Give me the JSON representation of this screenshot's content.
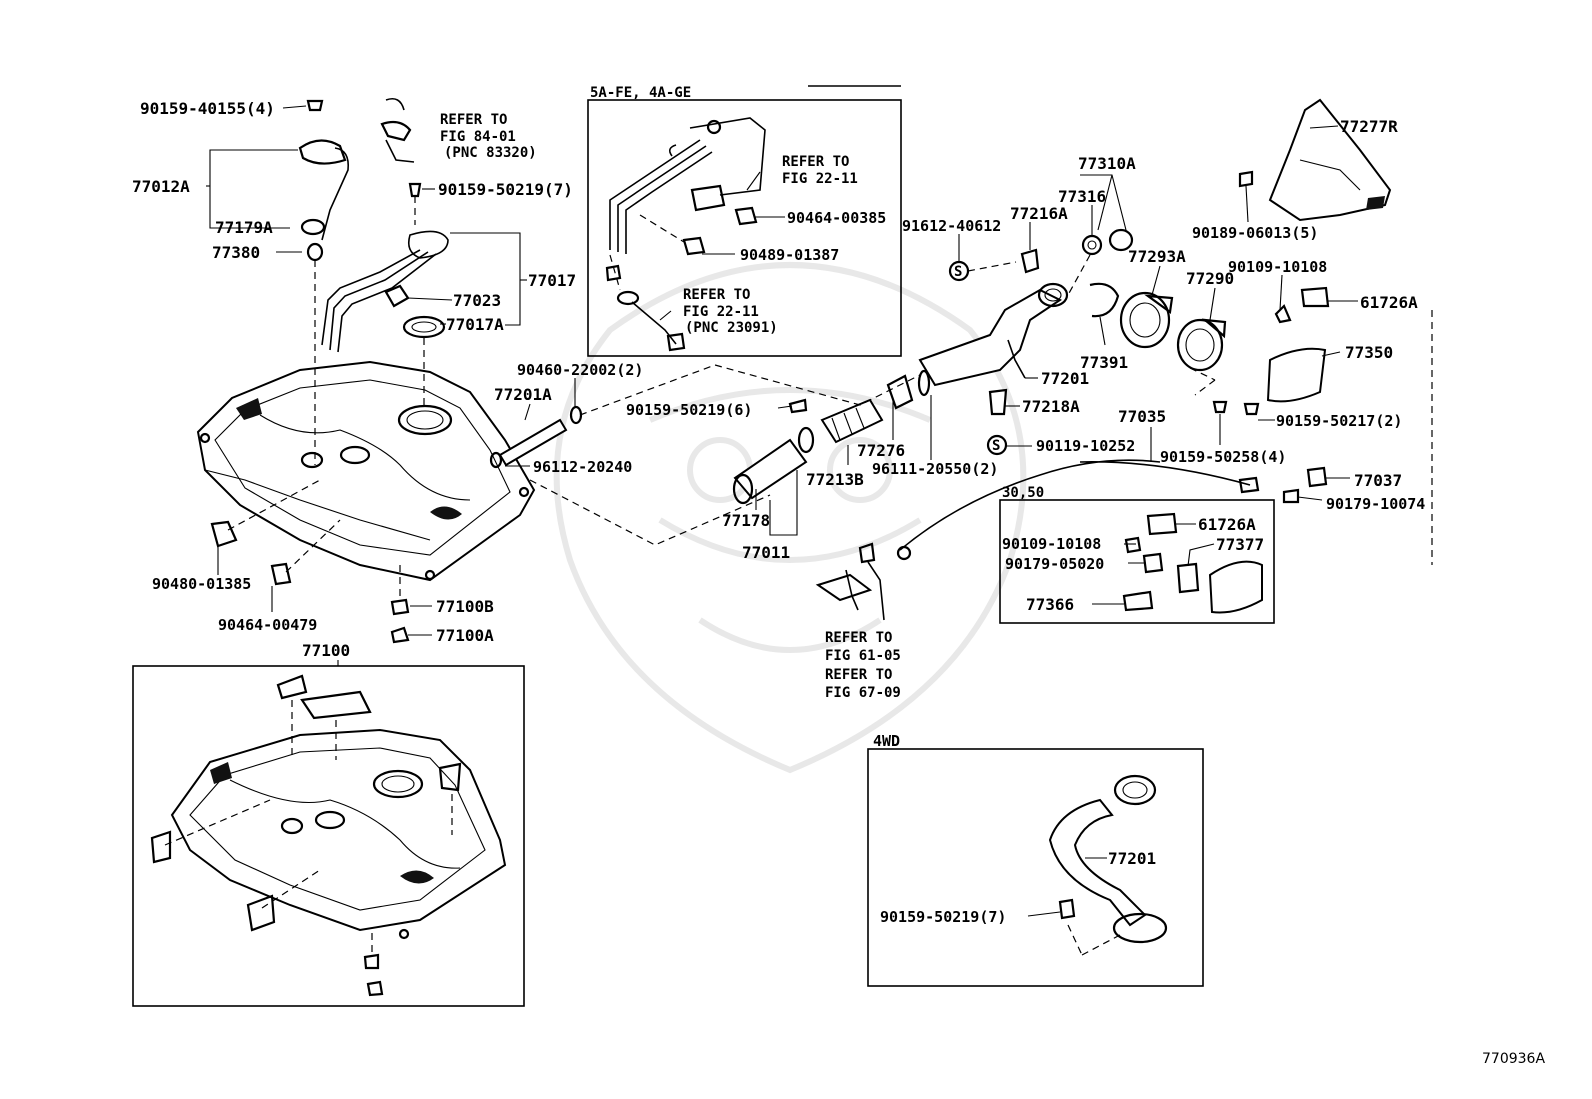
{
  "parts": {
    "p90159_40155": "90159-40155(4)",
    "p77012A": "77012A",
    "p77179A": "77179A",
    "p77380": "77380",
    "p90159_50219_7a": "90159-50219(7)",
    "p77017": "77017",
    "p77023": "77023",
    "p77017A": "77017A",
    "p90460_22002": "90460-22002(2)",
    "p77201A": "77201A",
    "p96112_20240": "96112-20240",
    "p90159_50219_6": "90159-50219(6)",
    "p77178": "77178",
    "p77011": "77011",
    "p77213B": "77213B",
    "p77276": "77276",
    "p96111_20550": "96111-20550(2)",
    "p90464_00385": "90464-00385",
    "p90489_01387": "90489-01387",
    "p91612_40612": "91612-40612",
    "p77216A": "77216A",
    "p77316": "77316",
    "p77310A": "77310A",
    "p77293A": "77293A",
    "p77290": "77290",
    "p77391": "77391",
    "p77201": "77201",
    "p77218A": "77218A",
    "p77035": "77035",
    "p90119_10252": "90119-10252",
    "p90159_50258": "90159-50258(4)",
    "p77277R": "77277R",
    "p90189_06013": "90189-06013(5)",
    "p90109_10108": "90109-10108",
    "p61726A": "61726A",
    "p77350": "77350",
    "p90159_50217": "90159-50217(2)",
    "p77037": "77037",
    "p90179_10074": "90179-10074",
    "p90480_01385": "90480-01385",
    "p90464_00479": "90464-00479",
    "p77100B": "77100B",
    "p77100A": "77100A",
    "p77100": "77100",
    "p61726A_b": "61726A",
    "p90109_10108_b": "90109-10108",
    "p77377": "77377",
    "p90179_05020": "90179-05020",
    "p77366": "77366",
    "p77201_4wd": "77201",
    "p90159_50219_7b": "90159-50219(7)"
  },
  "notes": {
    "refer_fig_84_01": [
      "REFER TO",
      "FIG 84-01",
      "(PNC 83320)"
    ],
    "refer_fig_22_11a": [
      "REFER TO",
      "FIG 22-11"
    ],
    "refer_fig_22_11b": [
      "REFER TO",
      "FIG 22-11",
      "(PNC 23091)"
    ],
    "refer_fig_61_05": [
      "REFER TO",
      "FIG 61-05"
    ],
    "refer_fig_67_09": [
      "REFER TO",
      "FIG 67-09"
    ]
  },
  "boxes": {
    "engine_variant": "5A-FE, 4A-GE",
    "variant_30_50": "30,50",
    "variant_4wd": "4WD"
  },
  "symbol_s": "S",
  "figure_code": "770936A"
}
